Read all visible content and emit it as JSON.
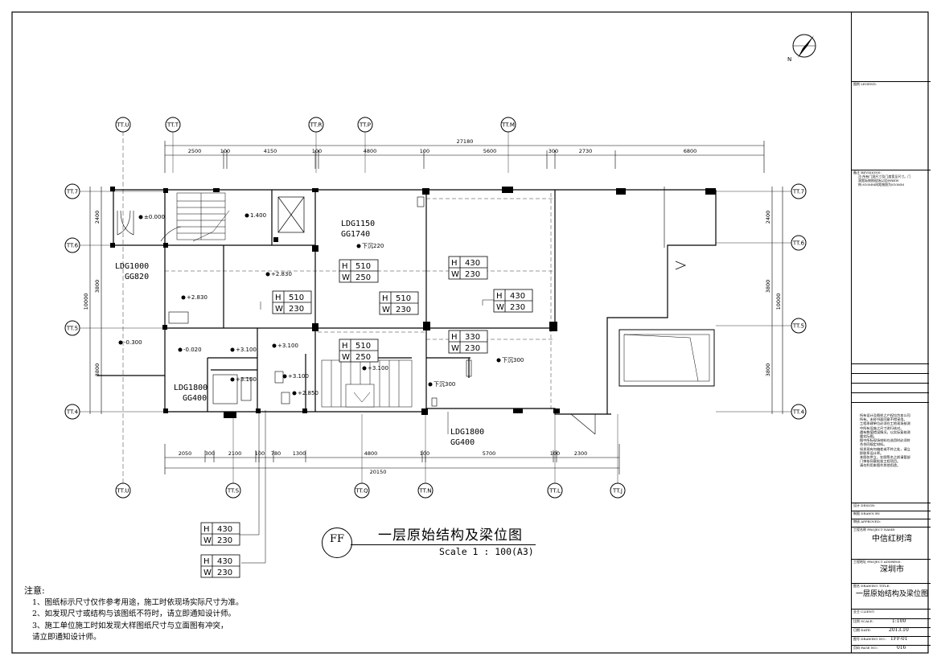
{
  "drawing": {
    "title": "一层原始结构及梁位图",
    "scale_label": "Scale 1 : 100(A3)",
    "callout": "FF",
    "north_label": "N"
  },
  "axes": {
    "top": [
      "TT.U",
      "TT.T",
      "TT.R",
      "TT.P",
      "TT.M"
    ],
    "bottom": [
      "TT.U",
      "TT.S",
      "TT.Q",
      "TT.N",
      "TT.L",
      "TT.J"
    ],
    "left": [
      "TT.7",
      "TT.6",
      "TT.5",
      "TT.4"
    ],
    "right": [
      "TT.7",
      "TT.6",
      "TT.5",
      "TT.4"
    ]
  },
  "dimensions": {
    "top_total": "27180",
    "top_segments": [
      "2500",
      "100",
      "4150",
      "100",
      "4800",
      "100",
      "5600",
      "300",
      "2730",
      "6800"
    ],
    "bottom_total": "20150",
    "bottom_segments": [
      "2050",
      "300",
      "2100",
      "100",
      "780",
      "1300",
      "4800",
      "100",
      "5700",
      "100",
      "2300"
    ],
    "left_total": "10000",
    "left_segments": [
      "2400",
      "3800",
      "3800"
    ],
    "right_total": "10000",
    "right_segments": [
      "2400",
      "3800",
      "3800"
    ]
  },
  "beams": [
    {
      "h": "H",
      "hv": "510",
      "w": "W",
      "wv": "250"
    },
    {
      "h": "H",
      "hv": "430",
      "w": "W",
      "wv": "230"
    },
    {
      "h": "H",
      "hv": "510",
      "w": "W",
      "wv": "230"
    },
    {
      "h": "H",
      "hv": "510",
      "w": "W",
      "wv": "230"
    },
    {
      "h": "H",
      "hv": "430",
      "w": "W",
      "wv": "230"
    },
    {
      "h": "H",
      "hv": "510",
      "w": "W",
      "wv": "250"
    },
    {
      "h": "H",
      "hv": "330",
      "w": "W",
      "wv": "230"
    },
    {
      "h": "H",
      "hv": "430",
      "w": "W",
      "wv": "230"
    },
    {
      "h": "H",
      "hv": "430",
      "w": "W",
      "wv": "230"
    }
  ],
  "beam_labels": [
    {
      "a": "LDG1150",
      "b": "GG1740"
    },
    {
      "a": "LDG1000",
      "b": "GG820"
    },
    {
      "a": "LDG1800",
      "b": "GG400"
    },
    {
      "a": "LDG1800",
      "b": "GG400"
    }
  ],
  "levels": [
    "±0.000",
    "1.400",
    "+2.830",
    "+2.830",
    "下沉220",
    "-0.300",
    "-0.020",
    "+3.100",
    "+3.100",
    "+3.100",
    "+3.100",
    "+3.100",
    "+2.850",
    "下沉300",
    "下沉300",
    "+3.100"
  ],
  "notes": {
    "heading": "注意:",
    "items": [
      "1、图纸标示尺寸仅作参考用途，施工时依现场实际尺寸为准。",
      "2、如发现尺寸或结构与该图纸不符时，请立即通知设计师。",
      "3、施工单位施工时如发现大样图纸尺寸与立面图有冲突，",
      "    请立即通知设计师。"
    ]
  },
  "title_block": {
    "legend_label": "图例 LEGEND:",
    "revision_label": "备注 REVISIONS:",
    "revision_lines": [
      "注:所有门洞尺寸及门扇宽见尺寸。门",
      "洞宽际按照现场以设计RHW",
      "例:810MM间距按照为810MM"
    ],
    "remark_lines": [
      "所有设计及图样之产权均为本公司",
      "所有。未经书面同意不得采用。",
      "工程承建单位必须在工地现场核测",
      "中所有设施之尺寸进行核对。",
      "遇有数值错误情况，以实际复核测",
      "量实际图。",
      "图中所标现场材料在选用时必须符",
      "合合同规定材料。",
      "如发现有何偏差或不符之处，请立",
      "即联系设计师。",
      "本图仅供立，在图等名之前请管部",
      "门审核同意批准工程项目。",
      "请勿利用本图作其他用途。"
    ],
    "design_label": "设计 DESIGN:",
    "drawn_label": "制图 DRAWN BY:",
    "check_label": "审核 APPROVED:",
    "project_label": "工程名称 PROJECT NAME:",
    "project_name": "中信红树湾",
    "address_label": "工程地址 PROJECT ADDRESS:",
    "address": "深圳市",
    "drawing_title_label": "图名 DRAWING TITLE:",
    "drawing_title": "一层原始结构及梁位图",
    "client_label": "业主 CLIENT:",
    "scale_label": "比例 SCALE:",
    "scale": "1:100",
    "date_label": "日期 DATE:",
    "date": "2013.10",
    "drawing_no_label": "图号 DRAWING NO.:",
    "drawing_no": "1FF-01",
    "page_label": "页码 PAGE NO.:",
    "page_no": "016"
  }
}
